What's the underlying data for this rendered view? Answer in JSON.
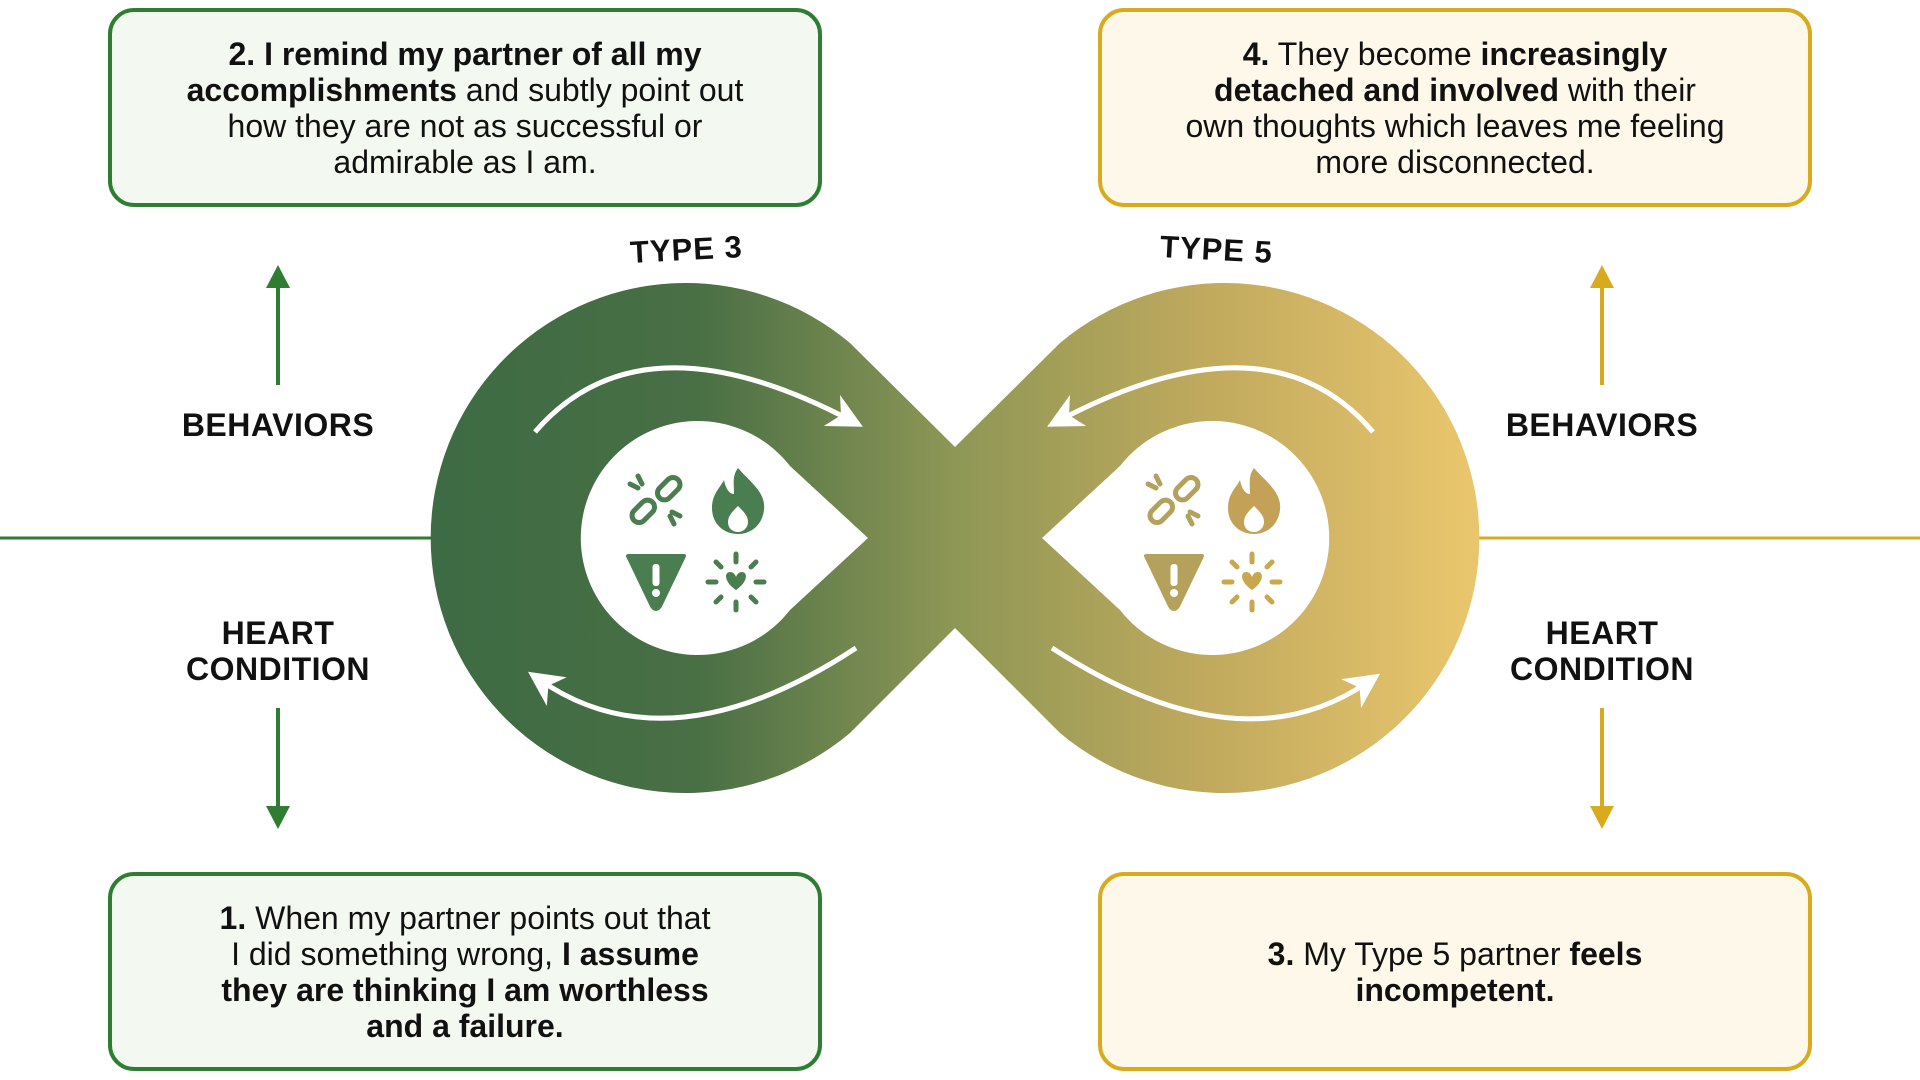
{
  "colors": {
    "green": "#2e7d32",
    "dark_green": "#3d6b43",
    "gold": "#d8ab1f",
    "light_gold": "#e8c56b",
    "green_box_bg": "#f3f8f1",
    "gold_box_bg": "#fdf8ea"
  },
  "types": {
    "left": "TYPE 3",
    "right": "TYPE 5"
  },
  "labels": {
    "left_behaviors": "BEHAVIORS",
    "left_heart_line1": "HEART",
    "left_heart_line2": "CONDITION",
    "right_behaviors": "BEHAVIORS",
    "right_heart_line1": "HEART",
    "right_heart_line2": "CONDITION"
  },
  "boxes": {
    "step2": {
      "l1_b": "2. I remind my partner of all my",
      "l2_b": "accomplishments",
      "l2_n": " and subtly point out",
      "l3_n": "how they are not as successful or",
      "l4_n": "admirable as I am."
    },
    "step4": {
      "l1_b1": "4.",
      "l1_n": " They become ",
      "l1_b2": "increasingly",
      "l2_b": "detached and involved",
      "l2_n": " with their",
      "l3_n": "own thoughts which leaves me feeling",
      "l4_n": "more disconnected."
    },
    "step1": {
      "l1_b": "1.",
      "l1_n": " When my partner points out that",
      "l2_n": "I did something wrong, ",
      "l2_b": "I assume",
      "l3_b": "they are thinking I am worthless",
      "l4_b": "and a failure."
    },
    "step3": {
      "l1_b1": "3.",
      "l1_n": " My Type 5 partner ",
      "l1_b2": "feels",
      "l2_b": "incompetent."
    }
  },
  "icons": [
    "broken-link-icon",
    "flame-icon",
    "warning-icon",
    "sparkle-heart-icon"
  ]
}
